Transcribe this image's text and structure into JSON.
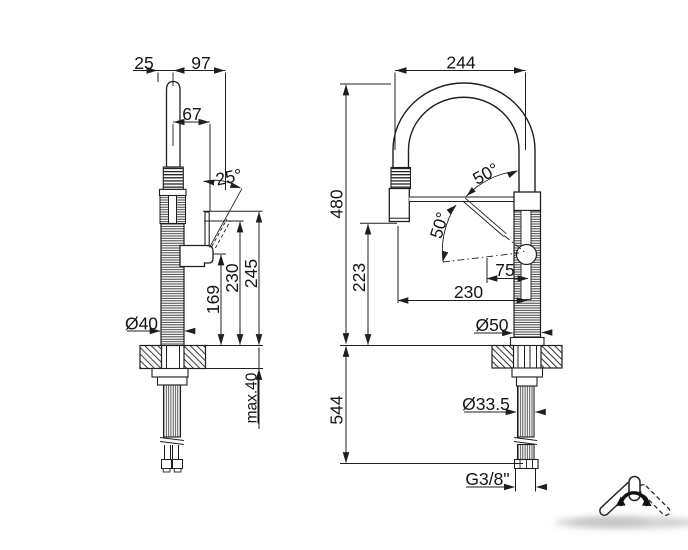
{
  "side_view": {
    "dims": {
      "d25": "25",
      "d97": "97",
      "d67": "67",
      "d25deg": "25°",
      "d169": "169",
      "d230": "230",
      "d245": "245",
      "d40": "Ø40",
      "dmax40": "max.40"
    }
  },
  "front_view": {
    "dims": {
      "d244": "244",
      "d480": "480",
      "d544": "544",
      "d223": "223",
      "d50_upper": "50°",
      "d50_lower": "50°",
      "d75": "75",
      "d230": "230",
      "d50dia": "Ø50",
      "d335": "Ø33.5",
      "dthread": "G3/8\""
    }
  },
  "icon": {
    "name": "handle-rotation-range"
  },
  "colors": {
    "line": "#1f1f1f",
    "background": "#ffffff",
    "shadow": "#c9c9c9"
  }
}
